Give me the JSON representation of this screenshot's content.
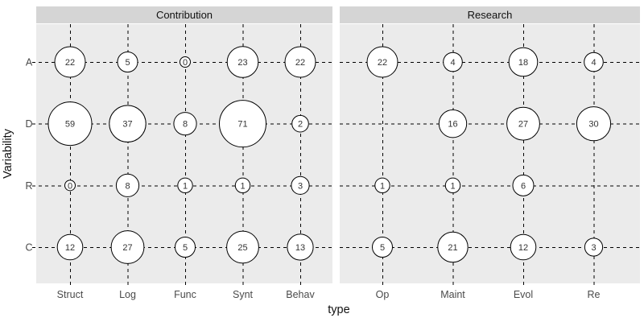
{
  "chart_data": {
    "type": "bubble-matrix",
    "xlabel": "type",
    "ylabel": "Variability",
    "y_categories": [
      "A",
      "D",
      "R",
      "C"
    ],
    "panels": [
      {
        "title": "Contribution",
        "x_categories": [
          "Struct",
          "Log",
          "Func",
          "Synt",
          "Behav"
        ],
        "values": [
          [
            22,
            5,
            0,
            23,
            22
          ],
          [
            59,
            37,
            8,
            71,
            2
          ],
          [
            0,
            8,
            1,
            1,
            3
          ],
          [
            12,
            27,
            5,
            25,
            13
          ]
        ]
      },
      {
        "title": "Research",
        "x_categories": [
          "Op",
          "Maint",
          "Evol",
          "Re"
        ],
        "values": [
          [
            22,
            4,
            18,
            4
          ],
          [
            null,
            16,
            27,
            30
          ],
          [
            1,
            1,
            6,
            null
          ],
          [
            5,
            21,
            12,
            3
          ]
        ]
      }
    ],
    "style": {
      "panel_bg": "#ebebeb",
      "strip_bg": "#d5d5d5",
      "bubble_fill": "#ffffff",
      "bubble_stroke": "#000000",
      "grid_color": "#000000",
      "tick_label_color": "#4a4a4a",
      "title_color": "#111111",
      "max_value": 71
    },
    "layout_hints": {
      "grid": "dashed",
      "legend": "none",
      "bubble_size": "radius proportional to sqrt(value)"
    }
  }
}
